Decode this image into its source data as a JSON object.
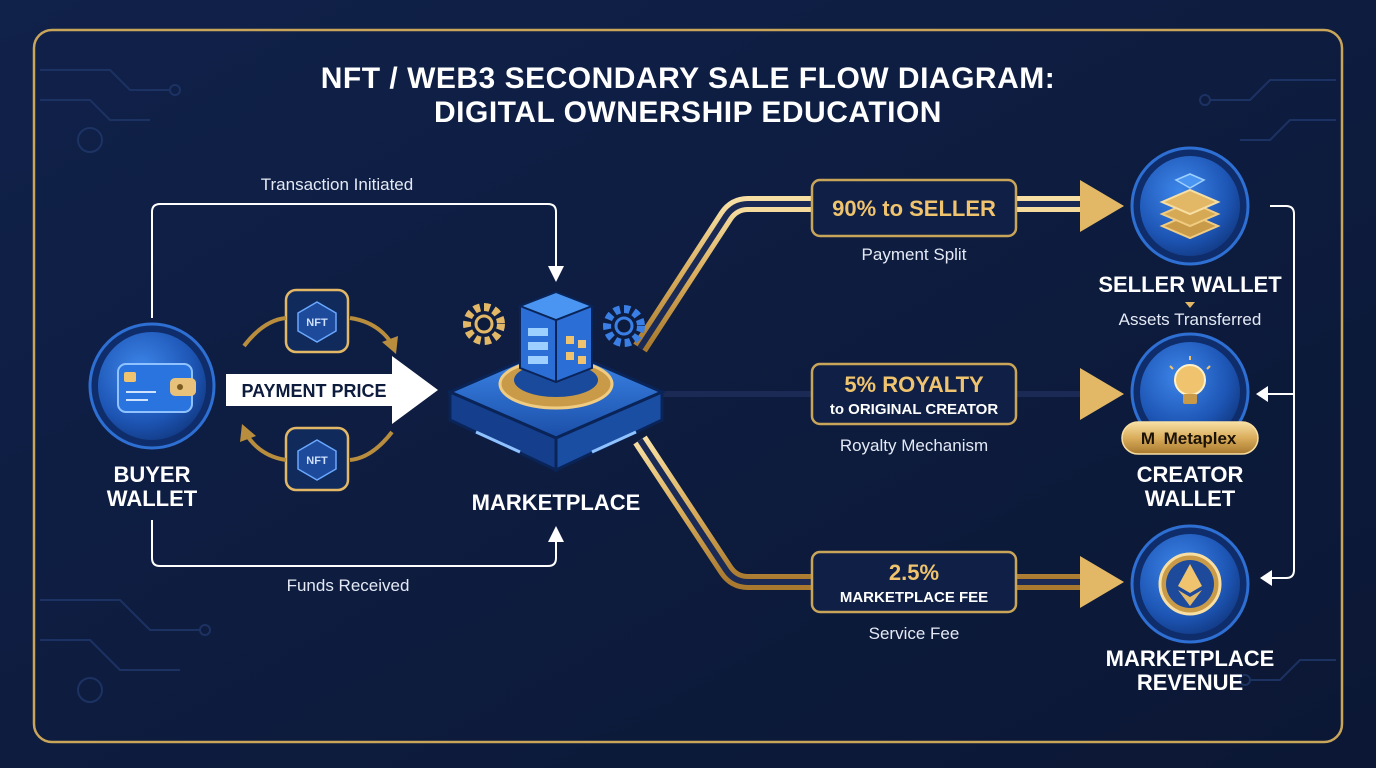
{
  "title": {
    "line1": "NFT / WEB3 SECONDARY SALE FLOW DIAGRAM:",
    "line2": "DIGITAL OWNERSHIP EDUCATION"
  },
  "nodes": {
    "buyer": {
      "line1": "BUYER",
      "line2": "WALLET"
    },
    "marketplace": "MARKETPLACE",
    "seller": "SELLER WALLET",
    "creator": {
      "line1": "CREATOR",
      "line2": "WALLET"
    },
    "revenue": {
      "line1": "MARKETPLACE",
      "line2": "REVENUE"
    }
  },
  "edges": {
    "initiated": "Transaction Initiated",
    "received": "Funds Received",
    "payment_price": "PAYMENT PRICE",
    "nft_token": "NFT"
  },
  "splits": {
    "seller": {
      "label": "90% to SELLER",
      "caption": "Payment Split"
    },
    "royalty": {
      "label": "5% ROYALTY",
      "sub": "to ORIGINAL CREATOR",
      "caption": "Royalty Mechanism"
    },
    "fee": {
      "label": "2.5%",
      "sub": "MARKETPLACE FEE",
      "caption": "Service Fee"
    }
  },
  "side_notes": {
    "assets": "Assets Transferred"
  },
  "brand": {
    "mark": "M",
    "name": "Metaplex"
  },
  "colors": {
    "background": "#0d1b3d",
    "frame_gold": "#c9a55a",
    "gold": "#e2b867",
    "node_blue": "#1f5ec4",
    "text_white": "#ffffff"
  }
}
